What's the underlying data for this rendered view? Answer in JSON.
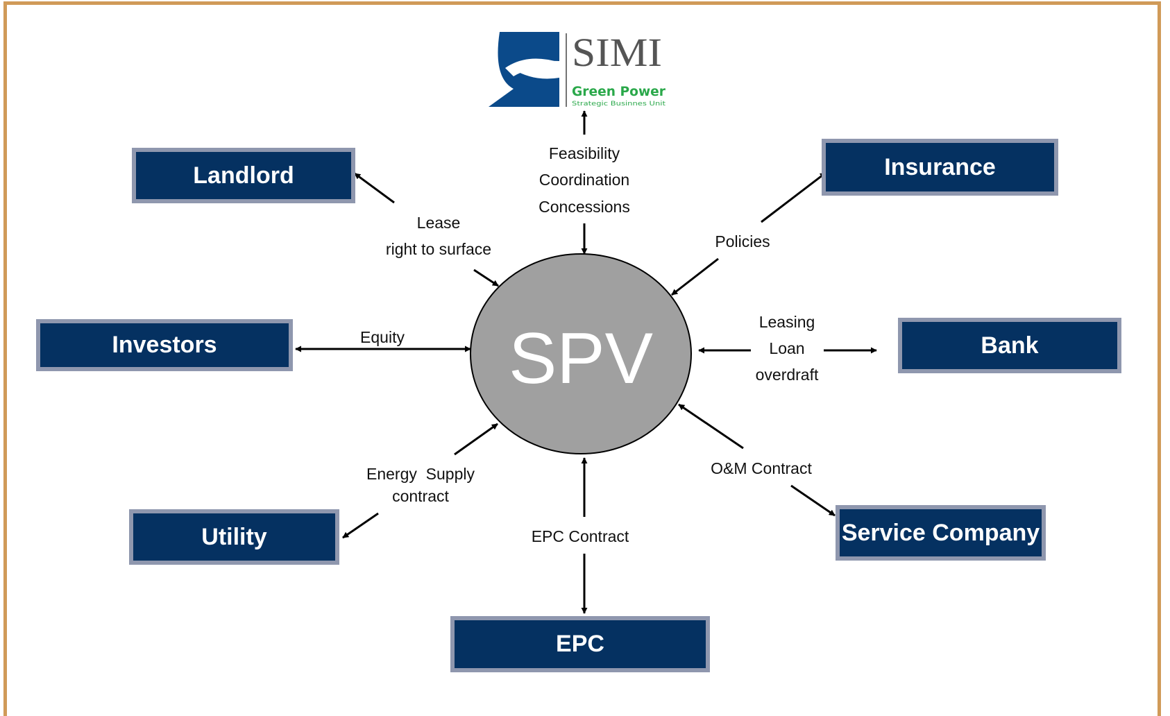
{
  "center": {
    "label": "SPV"
  },
  "logo": {
    "name": "SIMI",
    "subtitle": "Green Power",
    "tagline": "Strategic Businnes Unit"
  },
  "nodes": {
    "landlord": "Landlord",
    "insurance": "Insurance",
    "investors": "Investors",
    "bank": "Bank",
    "utility": "Utility",
    "service_company": "Service Company",
    "epc": "EPC"
  },
  "relations": {
    "feasibility": [
      "Feasibility",
      "Coordination",
      "Concessions"
    ],
    "lease": [
      "Lease",
      "right to surface"
    ],
    "policies": "Policies",
    "equity": "Equity",
    "leasing": [
      "Leasing",
      "Loan",
      "overdraft"
    ],
    "energy_supply": [
      "Energy  Supply",
      "contract"
    ],
    "om_contract": "O&M Contract",
    "epc_contract": "EPC Contract"
  },
  "colors": {
    "node_fill": "#053161",
    "node_border": "#8f97ae",
    "center_fill": "#a0a0a0",
    "frame": "#d09a58",
    "logo_blue": "#0b4a8a",
    "logo_green": "#2aa84a"
  }
}
